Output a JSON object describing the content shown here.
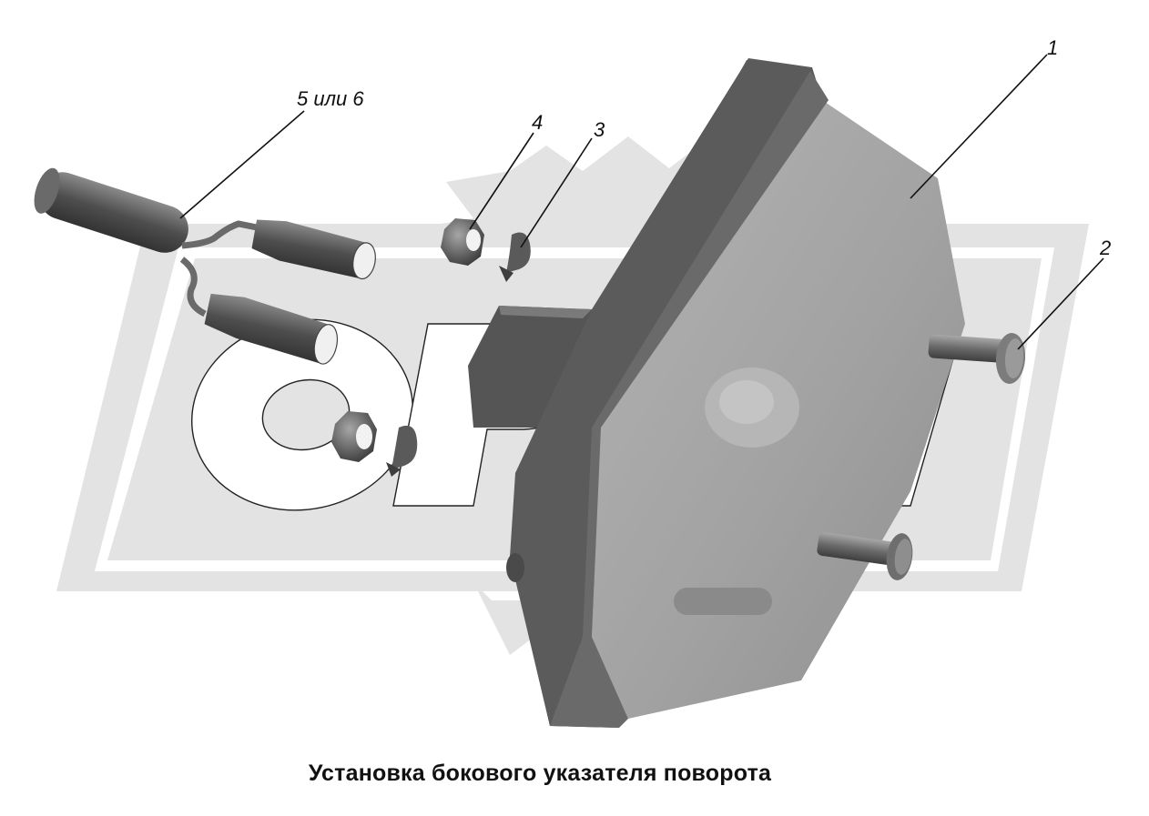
{
  "caption": "Установка бокового указателя поворота",
  "callouts": {
    "c1": "1",
    "c2": "2",
    "c3": "3",
    "c4": "4",
    "c56": "5 или 6"
  },
  "watermark": {
    "text": "ОРА",
    "icon": "gear-logo-watermark",
    "color": "#e6e6e6"
  },
  "colors": {
    "housing": "#5a5a5a",
    "lens": "#9a9a9a",
    "metal": "#7a7a7a",
    "line": "#111111"
  }
}
